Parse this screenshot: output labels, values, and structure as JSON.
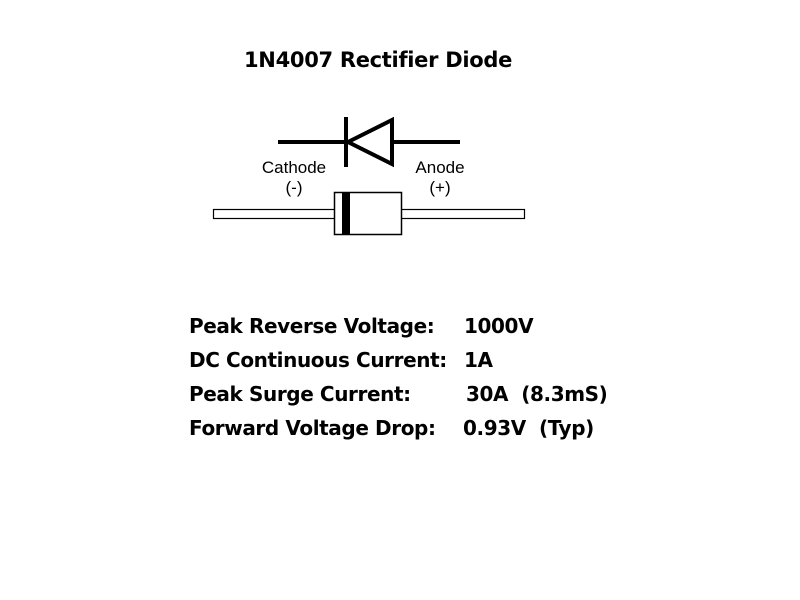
{
  "title": "1N4007 Rectifier Diode",
  "diagram": {
    "symbol": "diode-symbol",
    "cathode": {
      "name": "Cathode",
      "polarity": "(-)"
    },
    "anode": {
      "name": "Anode",
      "polarity": "(+)"
    },
    "package": "axial-diode-package-with-cathode-band"
  },
  "specs": [
    {
      "label": "Peak Reverse Voltage:",
      "value": "1000V"
    },
    {
      "label": "DC Continuous Current:",
      "value": "1A"
    },
    {
      "label": "Peak Surge Current:",
      "value": "30A  (8.3mS)"
    },
    {
      "label": "Forward Voltage Drop:",
      "value": "0.93V  (Typ)"
    }
  ]
}
